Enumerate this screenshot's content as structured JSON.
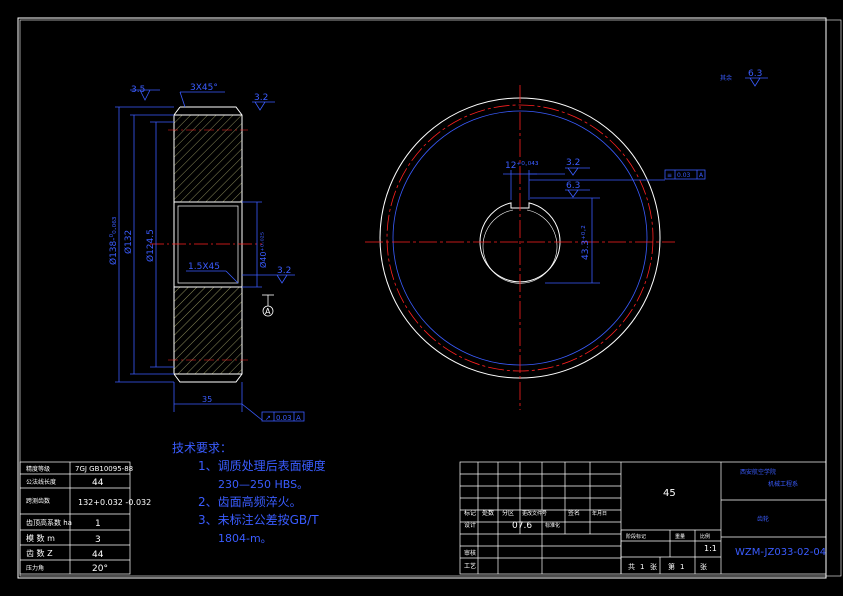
{
  "colors": {
    "background": "#000000",
    "frame": "#ffffff",
    "dimension": "#3a5cff",
    "centerline": "#ff2020",
    "hatch": "#8a8a5a",
    "outline": "#ffffff",
    "title_text": "#3a5cff",
    "table_text": "#ffffff"
  },
  "side_view": {
    "chamfer_top": "3X45°",
    "roughness_left": "3.5",
    "roughness_right": "3.2",
    "dia_outer": "Ø138-⁰₀.₀₆₃",
    "dia_pitch": "Ø132",
    "dia_root": "Ø124.5",
    "bore_dia": "Ø40⁺⁰·⁰²⁵",
    "bore_chamfer": "1.5X45",
    "bore_roughness": "3.2",
    "width": "35",
    "datum": "A",
    "runout_value": "0.03",
    "runout_datum": "A"
  },
  "front_view": {
    "keyway_width": "12⁺⁰·⁰⁴³",
    "keyway_roughness": "3.2",
    "keyway_side_roughness": "6.3",
    "keyway_depth": "43.3⁺⁰·²",
    "sym_value": "0.03",
    "sym_datum": "A",
    "rest_label": "其余",
    "rest_roughness": "6.3"
  },
  "notes": {
    "heading": "技术要求：",
    "items": [
      "1、调质处理后表面硬度",
      "230—250 HBS。",
      "2、齿面高频淬火。",
      "3、未标注公差按GB/T",
      "1804-m。"
    ]
  },
  "param_table": {
    "rows": [
      {
        "label": "精度等级",
        "value": "7GJ GB10095-88"
      },
      {
        "label": "公法线长度",
        "value": "44"
      },
      {
        "label": "跨测齿数",
        "value": "132+0.032 -0.032"
      },
      {
        "label": "齿顶高系数 ha",
        "value": "1"
      },
      {
        "label": "模 数 m",
        "value": "3"
      },
      {
        "label": "齿 数 Z",
        "value": "44"
      },
      {
        "label": "压力角",
        "value": "20°"
      }
    ]
  },
  "title_block": {
    "material": "45",
    "school": "机械工程系",
    "org": "西安航空学院",
    "drawing_no": "WZM-JZ033-02-04",
    "scale": "1:1",
    "design": "设计",
    "date": "07.6",
    "standard": "标准化",
    "approve": "审核",
    "process": "工艺",
    "mark_labels": [
      "标记",
      "处数",
      "分区",
      "更改文件号",
      "签名",
      "年月日"
    ],
    "stage_labels": [
      "阶段标记",
      "重量",
      "比例"
    ],
    "sheet_labels": [
      "共",
      "1",
      "张",
      "第",
      "1",
      "张"
    ],
    "part_name": "齿轮"
  }
}
